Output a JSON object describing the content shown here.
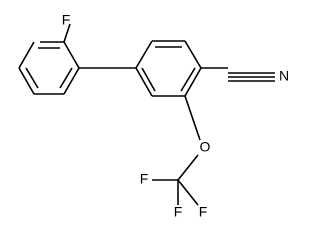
{
  "molecule": {
    "atoms": {
      "fluoro_top": "F",
      "nitrile_n": "N",
      "ether_o": "O",
      "cf3_f_left": "F",
      "cf3_f_bottom": "F",
      "cf3_f_right": "F"
    }
  }
}
